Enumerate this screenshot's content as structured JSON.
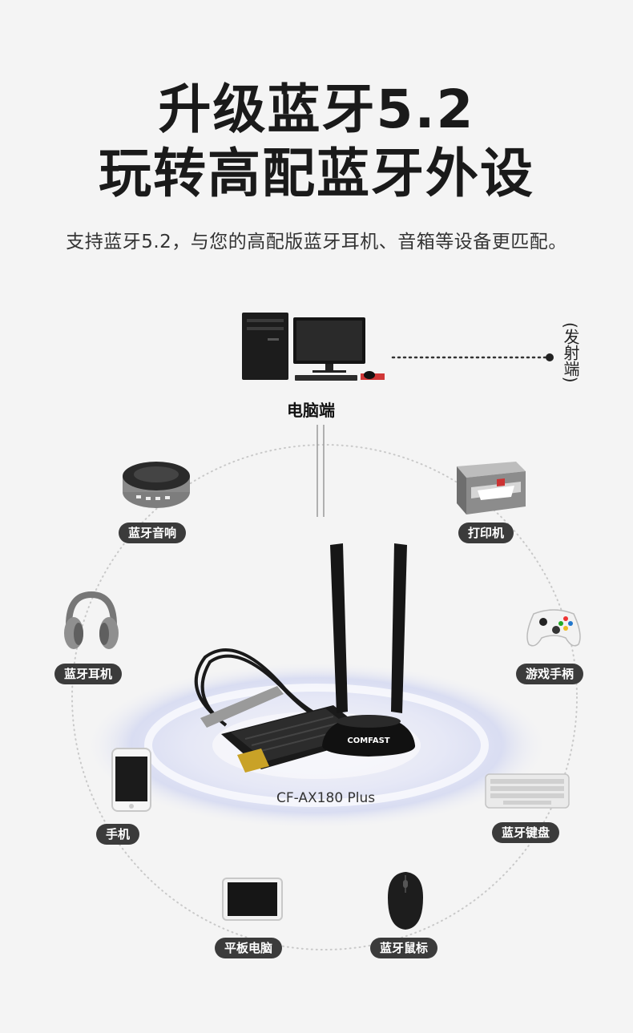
{
  "header": {
    "title_line1": "升级蓝牙5.2",
    "title_line2": "玩转高配蓝牙外设",
    "subtitle": "支持蓝牙5.2，与您的高配版蓝牙耳机、音箱等设备更匹配。"
  },
  "source": {
    "pc_label": "电脑端",
    "sender_label": "(发射端)"
  },
  "product": {
    "brand": "COMFAST",
    "model": "CF-AX180 Plus"
  },
  "devices": {
    "speaker": "蓝牙音响",
    "printer": "打印机",
    "headphones": "蓝牙耳机",
    "gamepad": "游戏手柄",
    "phone": "手机",
    "keyboard": "蓝牙键盘",
    "tablet": "平板电脑",
    "mouse": "蓝牙鼠标"
  },
  "colors": {
    "background": "#f4f4f4",
    "label_bg": "#3b3b3b",
    "glow": "#d9ddf2"
  }
}
